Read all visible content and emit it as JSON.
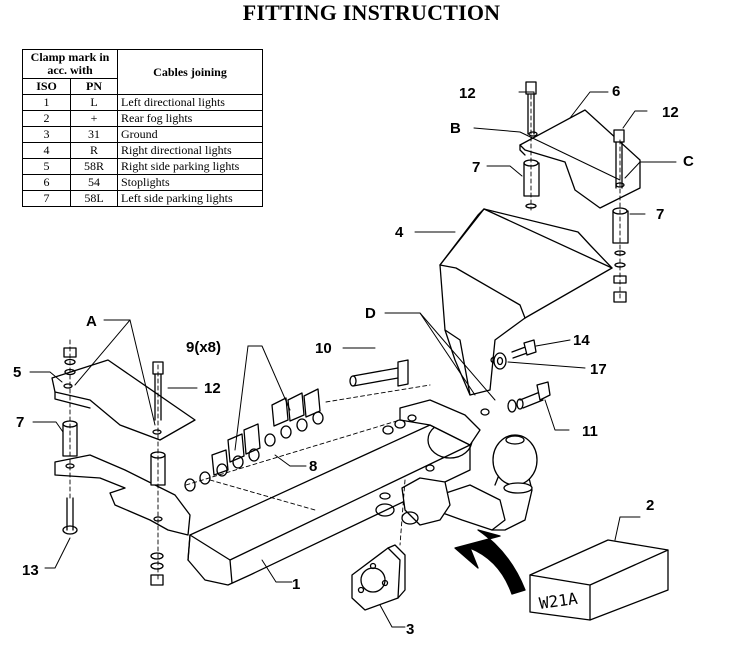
{
  "title": "FITTING INSTRUCTION",
  "table": {
    "header_clamp": "Clamp mark in acc. with",
    "header_cables": "Cables joining",
    "header_iso": "ISO",
    "header_pn": "PN",
    "rows": [
      {
        "iso": "1",
        "pn": "L",
        "desc": "Left directional lights"
      },
      {
        "iso": "2",
        "pn": "+",
        "desc": "Rear fog lights"
      },
      {
        "iso": "3",
        "pn": "31",
        "desc": "Ground"
      },
      {
        "iso": "4",
        "pn": "R",
        "desc": "Right directional lights"
      },
      {
        "iso": "5",
        "pn": "58R",
        "desc": "Right side parking lights"
      },
      {
        "iso": "6",
        "pn": "54",
        "desc": "Stoplights"
      },
      {
        "iso": "7",
        "pn": "58L",
        "desc": "Left side parking lights"
      }
    ]
  },
  "labels": {
    "l1": "1",
    "l2": "2",
    "l3": "3",
    "l4": "4",
    "l5": "5",
    "l6": "6",
    "l7a": "7",
    "l7b": "7",
    "l7c": "7",
    "l8": "8",
    "l9": "9(x8)",
    "l10": "10",
    "l11": "11",
    "l12a": "12",
    "l12b": "12",
    "l12c": "12",
    "l13": "13",
    "l14": "14",
    "l17": "17",
    "lA": "A",
    "lB": "B",
    "lC": "C",
    "lD": "D"
  },
  "box_label": "W21A"
}
